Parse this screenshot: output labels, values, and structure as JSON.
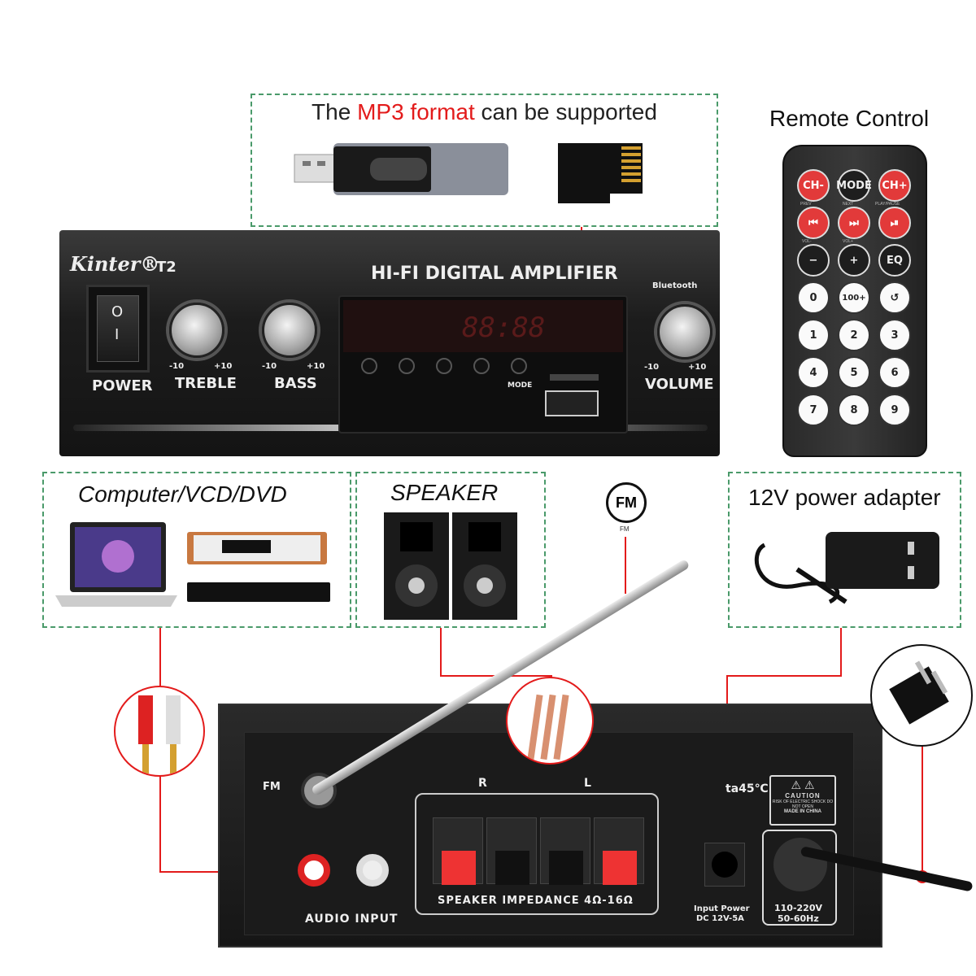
{
  "mp3_box": {
    "prefix": "The ",
    "highlight": "MP3 format",
    "suffix": " can be supported"
  },
  "remote": {
    "title": "Remote Control",
    "buttons": [
      "CH-",
      "MODE",
      "CH+",
      "⏮",
      "⏭",
      "⏯",
      "−",
      "+",
      "EQ",
      "0",
      "100+",
      "↺",
      "1",
      "2",
      "3",
      "4",
      "5",
      "6",
      "7",
      "8",
      "9"
    ],
    "sublabels": [
      "PREV",
      "NEXT",
      "PLAY/PAUSE",
      "VOL-",
      "VOL+"
    ]
  },
  "front": {
    "brand": "Kinter®",
    "model": "T2",
    "title": "HI-FI DIGITAL AMPLIFIER",
    "power": "POWER",
    "power_on": "O",
    "power_off": "I",
    "treble": "TREBLE",
    "bass": "BASS",
    "volume": "VOLUME",
    "bluetooth": "Bluetooth",
    "min": "-10",
    "max": "+10",
    "display": "88:88",
    "mode": "MODE"
  },
  "sources": {
    "computer": "Computer/VCD/DVD",
    "speaker": "SPEAKER",
    "fm": "FM",
    "fm_sub": "FM",
    "adapter": "12V power adapter"
  },
  "rear": {
    "fm": "FM",
    "audio_input": "AUDIO INPUT",
    "r": "R",
    "l": "L",
    "impedance": "SPEAKER IMPEDANCE  4Ω-16Ω",
    "temp": "ta45℃",
    "caution": "CAUTION",
    "caution_sub": "RISK OF ELECTRIC SHOCK DO NOT OPEN",
    "made_in": "MADE IN CHINA",
    "input_power": "Input Power",
    "dc": "DC 12V-5A",
    "ac1": "110-220V",
    "ac2": "50-60Hz"
  },
  "colors": {
    "accent": "#e31b1b",
    "dash": "#4a9a6a"
  }
}
